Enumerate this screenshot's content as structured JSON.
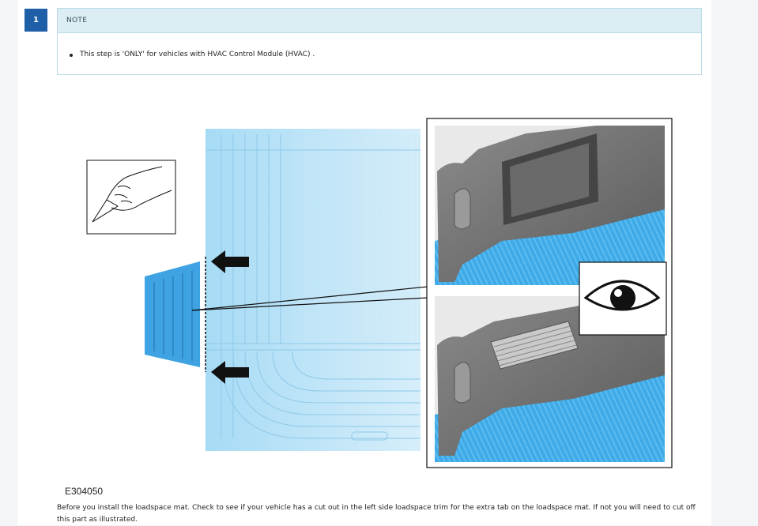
{
  "step": {
    "number": "1"
  },
  "note": {
    "heading": "NOTE",
    "items": [
      "This step is 'ONLY' for vehicles with HVAC Control Module (HVAC) ."
    ]
  },
  "figure": {
    "id": "E304050"
  },
  "caption": "Before you install the loadspace mat. Check to see if your vehicle has a cut out in the left side loadspace trim for the extra tab on the loadspace mat. If not you will need to cut off this part as illustrated.",
  "colors": {
    "badge": "#1f5fa8",
    "note_header": "#dcedf4",
    "mat_blue": "#a9dcf6",
    "tab_blue": "#3fa3e3"
  },
  "icons": [
    "knife-icon",
    "arrow-left-icon",
    "eye-icon"
  ]
}
